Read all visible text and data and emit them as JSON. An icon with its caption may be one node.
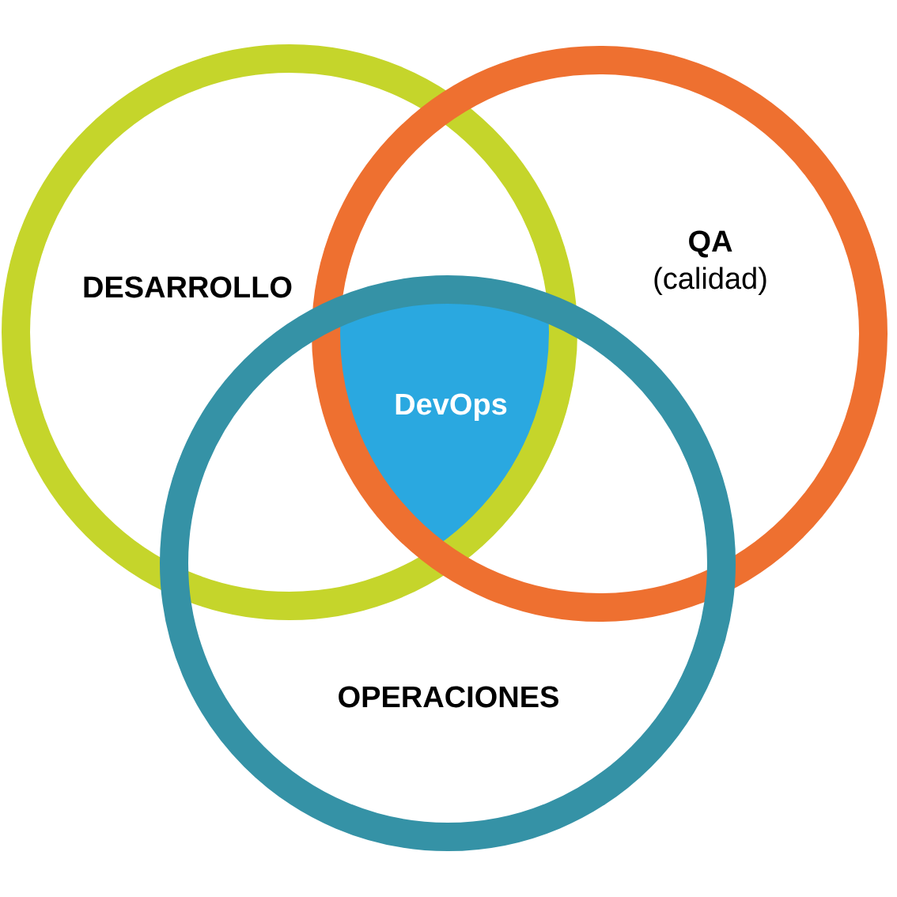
{
  "diagram": {
    "nodes": [
      {
        "text": [
          "DESARROLLO"
        ]
      },
      {
        "text": [
          "QA",
          "(calidad)"
        ]
      },
      {
        "text": [
          "DevOps"
        ]
      },
      {
        "text": [
          "OPERACIONES"
        ]
      }
    ]
  }
}
